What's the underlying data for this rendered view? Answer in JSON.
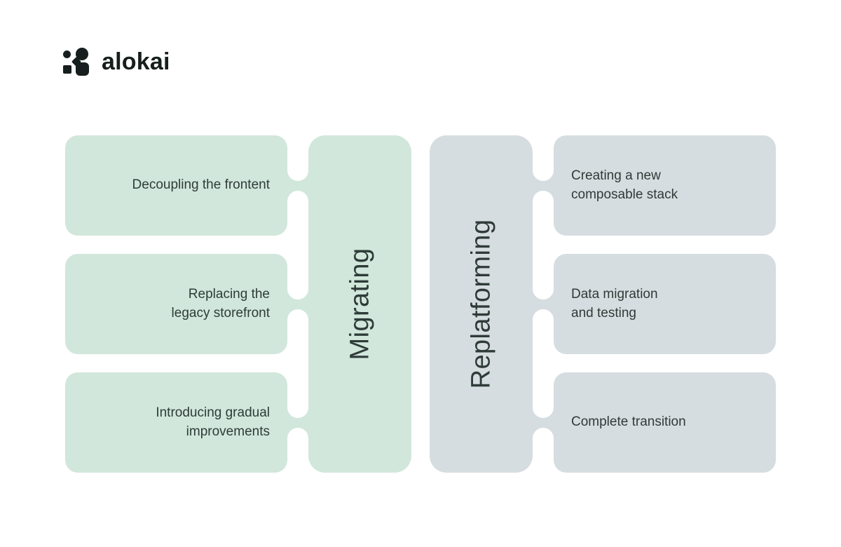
{
  "header": {
    "logo_text": "alokai",
    "logo_color": "#161f1d",
    "logo_icon": "alokai-dots-mark"
  },
  "figure": {
    "text_color": "#2e3b38",
    "groups": [
      {
        "id": "migrating",
        "label": "Migrating",
        "color": "#d1e7db",
        "boxes": [
          "Decoupling the frontent",
          "Replacing the\nlegacy storefront",
          "Introducing gradual\nimprovements"
        ]
      },
      {
        "id": "replatforming",
        "label": "Replatforming",
        "color": "#d6dde0",
        "boxes": [
          "Creating a new\ncomposable stack",
          "Data migration\nand testing",
          "Complete transition"
        ]
      }
    ]
  }
}
